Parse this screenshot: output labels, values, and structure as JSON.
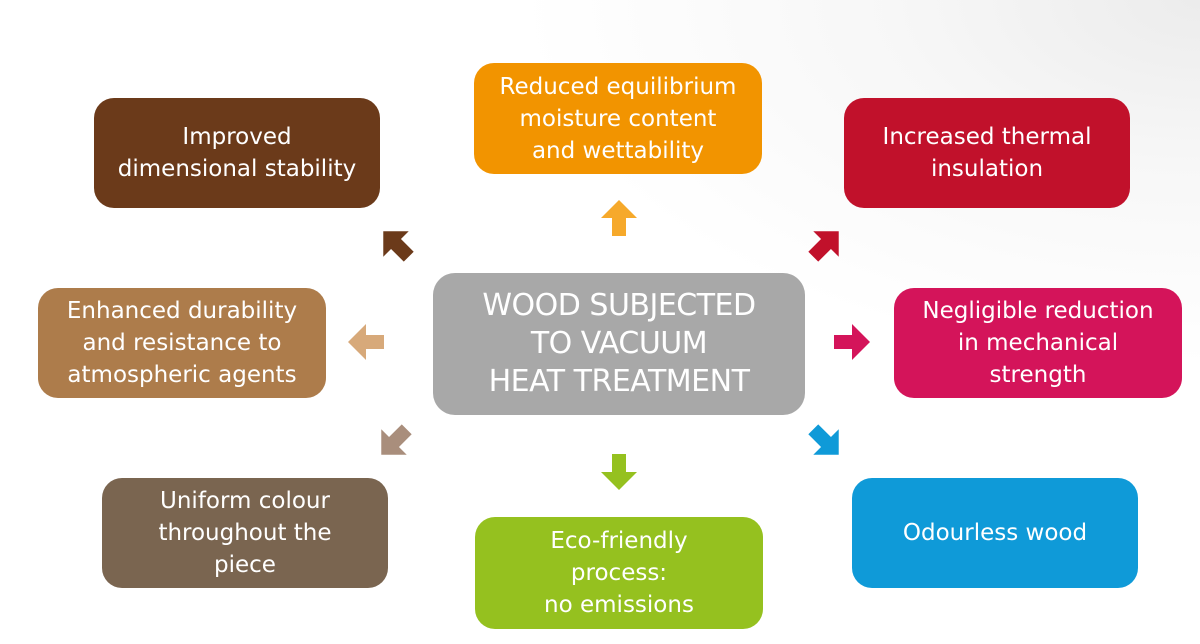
{
  "center": {
    "label": "WOOD SUBJECTED\nTO VACUUM\nHEAT TREATMENT",
    "color": "#a8a8a8"
  },
  "boxes": {
    "dimensional": {
      "label": "Improved\ndimensional stability",
      "color": "#6b3a1a"
    },
    "moisture": {
      "label": "Reduced equilibrium\nmoisture content\nand wettability",
      "color": "#f29400"
    },
    "thermal": {
      "label": "Increased thermal\ninsulation",
      "color": "#c1112b"
    },
    "durability": {
      "label": "Enhanced durability\nand resistance to\natmospheric agents",
      "color": "#ad7c4b"
    },
    "mechanical": {
      "label": "Negligible reduction\nin mechanical\nstrength",
      "color": "#d4145a"
    },
    "colour": {
      "label": "Uniform colour\nthroughout the\npiece",
      "color": "#7a6550"
    },
    "eco": {
      "label": "Eco-friendly\nprocess:\nno emissions",
      "color": "#95c11f"
    },
    "odour": {
      "label": "Odourless wood",
      "color": "#0f9ad8"
    }
  },
  "arrows": {
    "up-left": {
      "icon": "arrow-up-left-icon",
      "color": "#6b3a1a"
    },
    "up": {
      "icon": "arrow-up-icon",
      "color": "#f6a92b"
    },
    "up-right": {
      "icon": "arrow-up-right-icon",
      "color": "#c1112b"
    },
    "left": {
      "icon": "arrow-left-icon",
      "color": "#d7a97a"
    },
    "right": {
      "icon": "arrow-right-icon",
      "color": "#d4145a"
    },
    "down-left": {
      "icon": "arrow-down-left-icon",
      "color": "#a98e7c"
    },
    "down": {
      "icon": "arrow-down-icon",
      "color": "#95c11f"
    },
    "down-right": {
      "icon": "arrow-down-right-icon",
      "color": "#0f9ad8"
    }
  }
}
